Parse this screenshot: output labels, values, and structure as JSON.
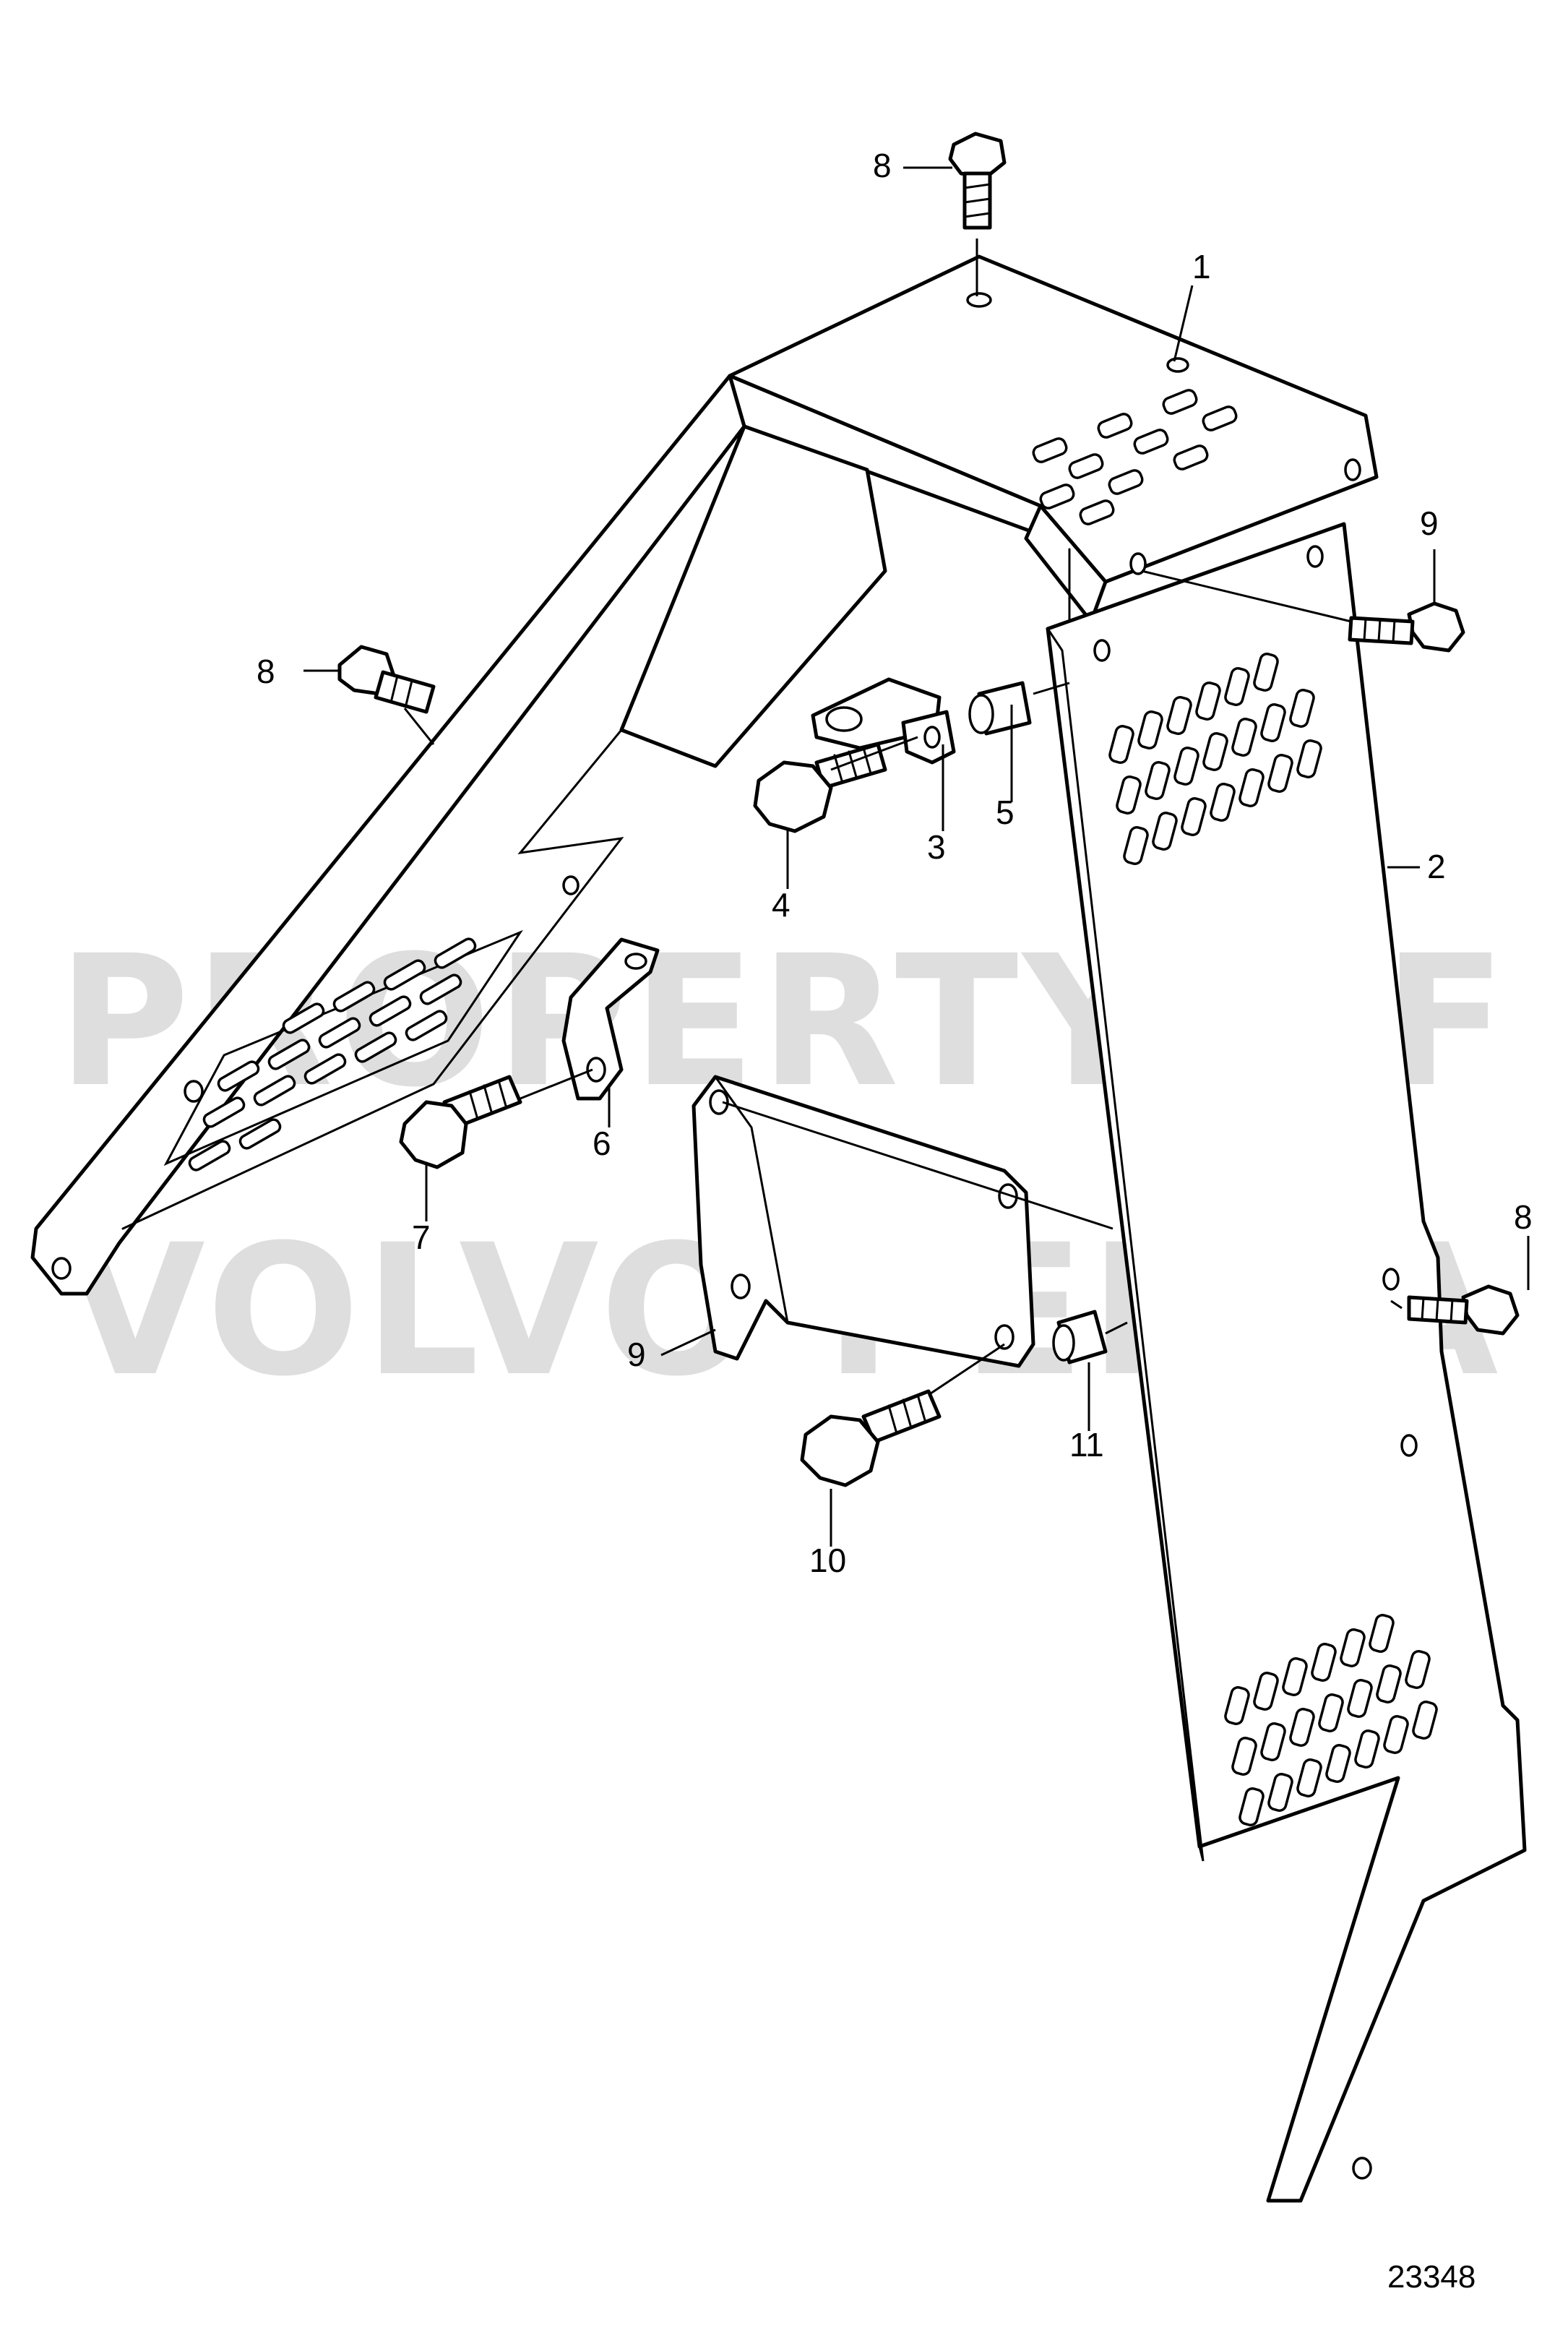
{
  "diagram": {
    "callouts": [
      {
        "label": "1"
      },
      {
        "label": "2"
      },
      {
        "label": "3"
      },
      {
        "label": "4"
      },
      {
        "label": "5"
      },
      {
        "label": "6"
      },
      {
        "label": "7"
      },
      {
        "label": "8"
      },
      {
        "label": "8"
      },
      {
        "label": "8"
      },
      {
        "label": "9"
      },
      {
        "label": "9"
      },
      {
        "label": "10"
      },
      {
        "label": "11"
      }
    ],
    "watermark_line1": "PROPERTY OF",
    "watermark_line2": "VOLVO PENTA",
    "drawing_number": "23348"
  }
}
